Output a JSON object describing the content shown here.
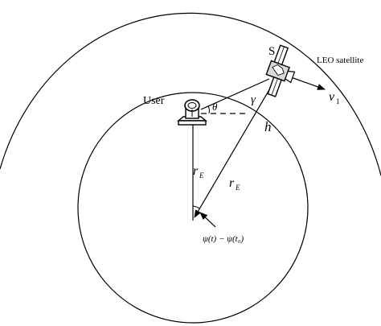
{
  "labels": {
    "satellite_letter": "S",
    "leo_satellite": "LEO satellite",
    "user": "User",
    "velocity": "v",
    "velocity_sub": "1",
    "elevation_angle": "θ",
    "gamma": "γ",
    "altitude": "h",
    "earth_radius_left": "r",
    "earth_radius_left_sub": "E",
    "earth_radius_right": "r",
    "earth_radius_right_sub": "E",
    "angle_formula": "ψ(t) − ψ(t₀)"
  },
  "colors": {
    "line": "#000000",
    "background": "#ffffff",
    "satellite_fill": "#d9d9d9"
  }
}
